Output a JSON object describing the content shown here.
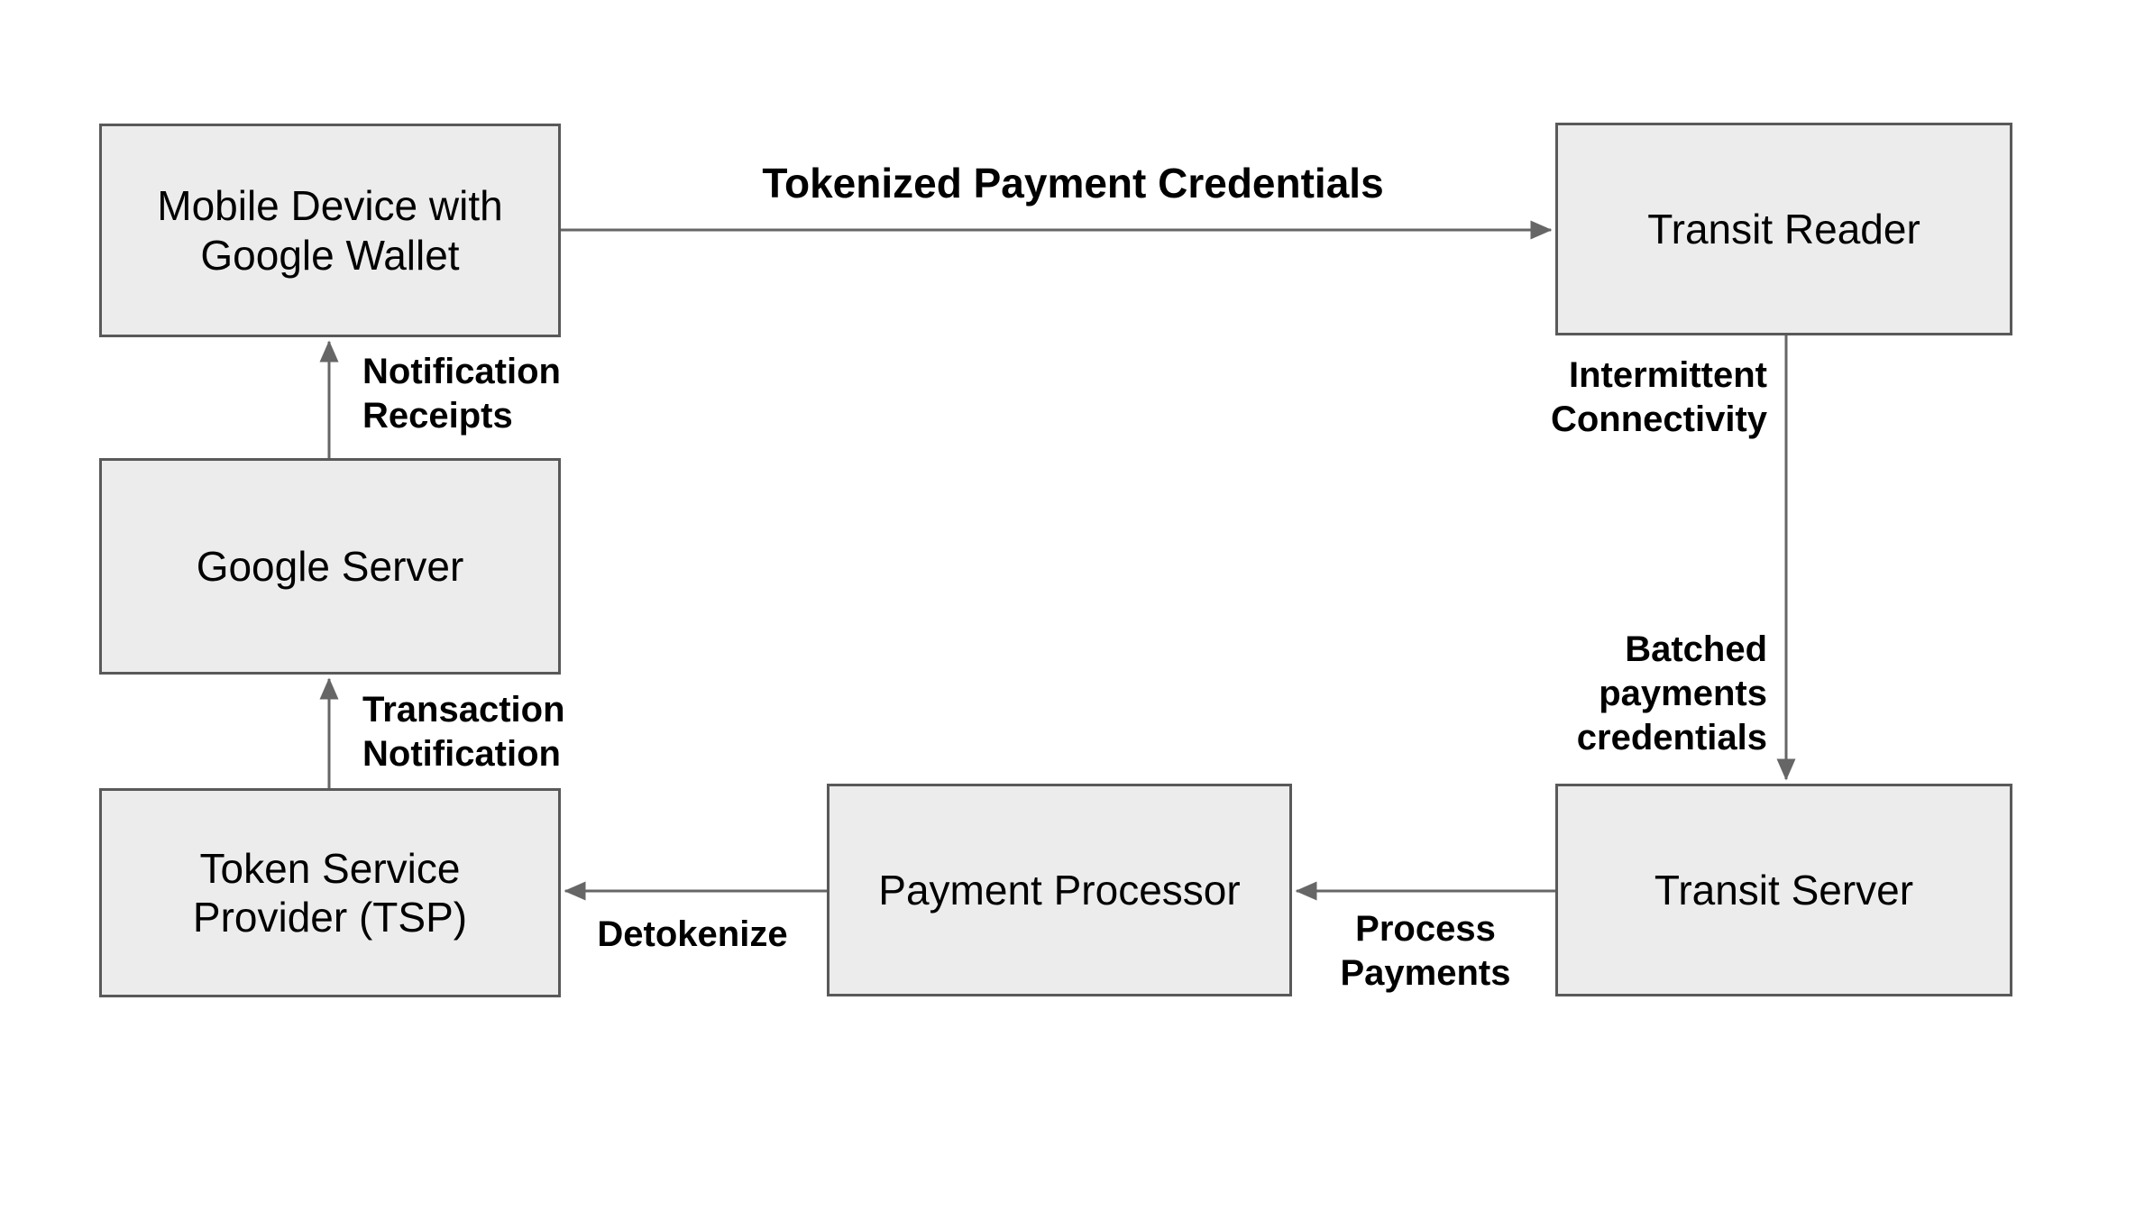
{
  "diagram": {
    "type": "flow-diagram",
    "nodes": {
      "mobile_device": {
        "label": "Mobile Device with\nGoogle Wallet"
      },
      "transit_reader": {
        "label": "Transit Reader"
      },
      "google_server": {
        "label": "Google Server"
      },
      "tsp": {
        "label": "Token Service\nProvider (TSP)"
      },
      "payment_processor": {
        "label": "Payment Processor"
      },
      "transit_server": {
        "label": "Transit Server"
      }
    },
    "edge_labels": {
      "tokenized_payment_credentials": "Tokenized Payment Credentials",
      "notification_receipts": "Notification\nReceipts",
      "transaction_notification": "Transaction\nNotification",
      "intermittent_connectivity": "Intermittent\nConnectivity",
      "batched_payments_credentials": "Batched\npayments\ncredentials",
      "process_payments": "Process\nPayments",
      "detokenize": "Detokenize"
    },
    "edges": [
      {
        "from": "mobile_device",
        "to": "transit_reader",
        "label": "Tokenized Payment Credentials",
        "direction": "right"
      },
      {
        "from": "transit_reader",
        "to": "transit_server",
        "label": "Intermittent Connectivity / Batched payments credentials",
        "direction": "down"
      },
      {
        "from": "transit_server",
        "to": "payment_processor",
        "label": "Process Payments",
        "direction": "left"
      },
      {
        "from": "payment_processor",
        "to": "tsp",
        "label": "Detokenize",
        "direction": "left"
      },
      {
        "from": "tsp",
        "to": "google_server",
        "label": "Transaction Notification",
        "direction": "up"
      },
      {
        "from": "google_server",
        "to": "mobile_device",
        "label": "Notification Receipts",
        "direction": "up"
      }
    ]
  },
  "colors": {
    "background_color": "#ffffff",
    "node_fill": "#ececec",
    "node_border": "#595959",
    "arrow_color": "#666666",
    "text_color": "#000000"
  }
}
